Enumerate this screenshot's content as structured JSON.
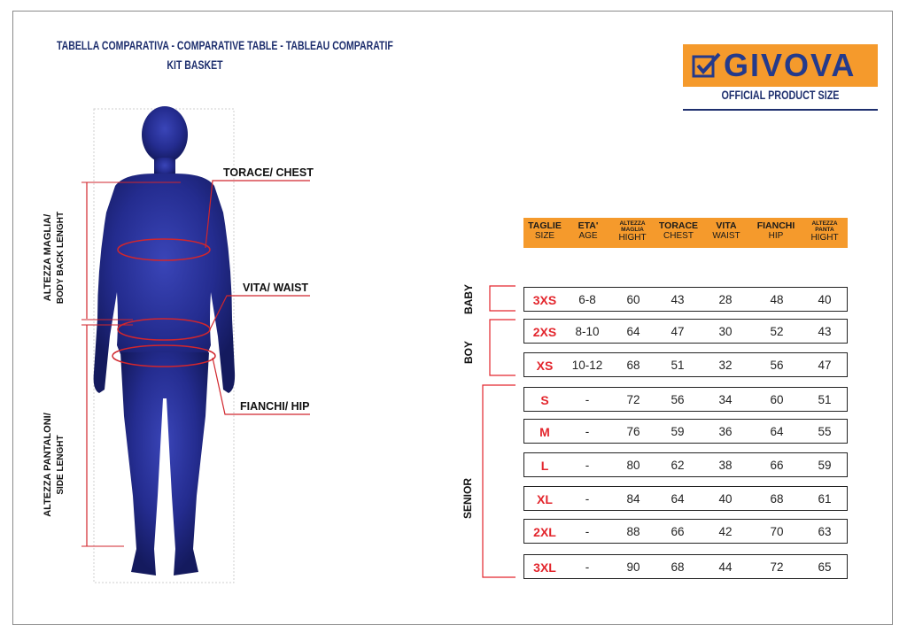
{
  "titles": {
    "line1": "TABELLA COMPARATIVA - COMPARATIVE TABLE - TABLEAU COMPARATIF",
    "line2": "KIT BASKET"
  },
  "brand": {
    "logo": "GIVOVA",
    "official": "OFFICIAL PRODUCT SIZE",
    "accent": "#f59a2c",
    "blue": "#243a8c",
    "red": "#e3262d"
  },
  "callouts": {
    "chest": "TORACE/ CHEST",
    "waist": "VITA/ WAIST",
    "hip": "FIANCHI/ HIP",
    "body_back_1": "ALTEZZA MAGLIA/",
    "body_back_2": "BODY BACK LENGHT",
    "side_1": "ALTEZZA PANTALONI/",
    "side_2": "SIDE LENGHT"
  },
  "headers": [
    {
      "top": "TAGLIE",
      "bottom": "SIZE",
      "small": false
    },
    {
      "top": "ETA'",
      "bottom": "AGE",
      "small": false
    },
    {
      "top": "ALTEZZA MAGLIA",
      "bottom": "HIGHT",
      "small": true
    },
    {
      "top": "TORACE",
      "bottom": "CHEST",
      "small": false
    },
    {
      "top": "VITA",
      "bottom": "WAIST",
      "small": false
    },
    {
      "top": "FIANCHI",
      "bottom": "HIP",
      "small": false
    },
    {
      "top": "ALTEZZA PANTA",
      "bottom": "HIGHT",
      "small": true
    }
  ],
  "groups": {
    "baby": "BABY",
    "boy": "BOY",
    "senior": "SENIOR"
  },
  "rows": [
    {
      "size": "3XS",
      "age": "6-8",
      "height": "60",
      "chest": "43",
      "waist": "28",
      "hip": "48",
      "pants": "40"
    },
    {
      "size": "2XS",
      "age": "8-10",
      "height": "64",
      "chest": "47",
      "waist": "30",
      "hip": "52",
      "pants": "43"
    },
    {
      "size": "XS",
      "age": "10-12",
      "height": "68",
      "chest": "51",
      "waist": "32",
      "hip": "56",
      "pants": "47"
    },
    {
      "size": "S",
      "age": "-",
      "height": "72",
      "chest": "56",
      "waist": "34",
      "hip": "60",
      "pants": "51"
    },
    {
      "size": "M",
      "age": "-",
      "height": "76",
      "chest": "59",
      "waist": "36",
      "hip": "64",
      "pants": "55"
    },
    {
      "size": "L",
      "age": "-",
      "height": "80",
      "chest": "62",
      "waist": "38",
      "hip": "66",
      "pants": "59"
    },
    {
      "size": "XL",
      "age": "-",
      "height": "84",
      "chest": "64",
      "waist": "40",
      "hip": "68",
      "pants": "61"
    },
    {
      "size": "2XL",
      "age": "-",
      "height": "88",
      "chest": "66",
      "waist": "42",
      "hip": "70",
      "pants": "63"
    },
    {
      "size": "3XL",
      "age": "-",
      "height": "90",
      "chest": "68",
      "waist": "44",
      "hip": "72",
      "pants": "65"
    }
  ]
}
